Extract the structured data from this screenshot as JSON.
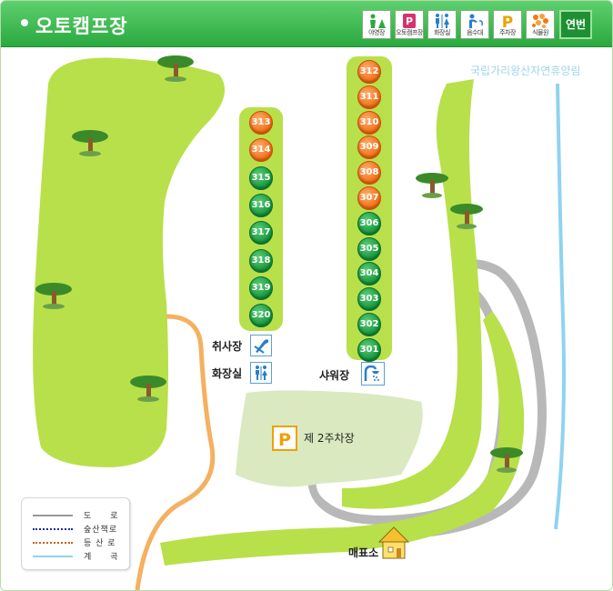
{
  "header": {
    "title": "오토캠프장",
    "buttons": [
      {
        "id": "yeongjang",
        "label": "야영장",
        "icon": "camping-tent-icon",
        "color": "#2aa93f"
      },
      {
        "id": "autocamp",
        "label": "오토캠프장",
        "icon": "autocamp-icon",
        "color": "#d6336c"
      },
      {
        "id": "toilet",
        "label": "화장실",
        "icon": "restroom-icon",
        "color": "#2a7fc9"
      },
      {
        "id": "water",
        "label": "음수대",
        "icon": "water-fountain-icon",
        "color": "#2a7fc9"
      },
      {
        "id": "parking",
        "label": "주차장",
        "icon": "parking-icon",
        "color": "#f0a000"
      },
      {
        "id": "plants",
        "label": "식물원",
        "icon": "botanical-garden-icon",
        "color": "#f07a10"
      }
    ],
    "yeonbeon_label": "연번"
  },
  "map": {
    "forest_name": "국립가리왕산자연휴양림",
    "column_left": [
      {
        "num": "313",
        "color": "orange"
      },
      {
        "num": "314",
        "color": "orange"
      },
      {
        "num": "315",
        "color": "green"
      },
      {
        "num": "316",
        "color": "green"
      },
      {
        "num": "317",
        "color": "green"
      },
      {
        "num": "318",
        "color": "green"
      },
      {
        "num": "319",
        "color": "green"
      },
      {
        "num": "320",
        "color": "green"
      }
    ],
    "column_right": [
      {
        "num": "312",
        "color": "orange"
      },
      {
        "num": "311",
        "color": "orange"
      },
      {
        "num": "310",
        "color": "orange"
      },
      {
        "num": "309",
        "color": "orange"
      },
      {
        "num": "308",
        "color": "orange"
      },
      {
        "num": "307",
        "color": "orange"
      },
      {
        "num": "306",
        "color": "green"
      },
      {
        "num": "305",
        "color": "green"
      },
      {
        "num": "304",
        "color": "green"
      },
      {
        "num": "303",
        "color": "green"
      },
      {
        "num": "302",
        "color": "green"
      },
      {
        "num": "301",
        "color": "green"
      }
    ],
    "facilities": {
      "cooking": "취사장",
      "toilet": "화장실",
      "shower": "샤워장",
      "parking": "제 2주차장",
      "ticket": "매표소"
    },
    "legend": [
      {
        "label": "도　　로",
        "color": "#999999",
        "style": "solid"
      },
      {
        "label": "숲산책로",
        "color": "#1a2fa0",
        "style": "dotted"
      },
      {
        "label": "등 산 로",
        "color": "#c8600a",
        "style": "dotted"
      },
      {
        "label": "계　　곡",
        "color": "#8fd3f0",
        "style": "solid"
      }
    ]
  }
}
